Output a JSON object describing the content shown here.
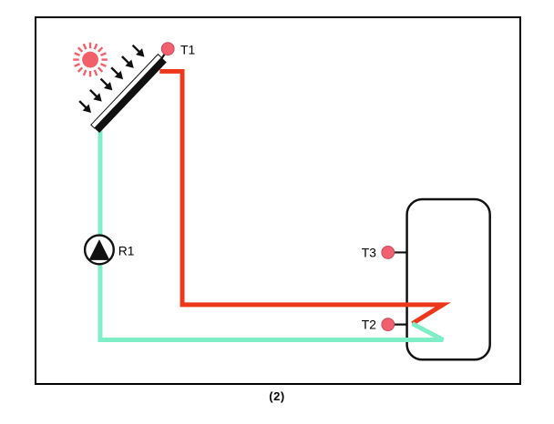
{
  "figure": {
    "caption": "(2)",
    "collector": {
      "sensor_label": "T1"
    },
    "pump": {
      "label": "R1"
    },
    "tank": {
      "top_sensor_label": "T3",
      "coil_sensor_label": "T2"
    }
  },
  "icons": {
    "sun": "sun-icon",
    "radiation_arrow": "arrow-down-right-icon",
    "pump_impeller": "triangle-up-icon",
    "sensor": "sensor-dot-icon"
  },
  "colors": {
    "pipe_hot": "#ed371b",
    "pipe_cold": "#7deec6",
    "sensor_fill": "#f0606e",
    "sensor_stroke": "#c84b5b",
    "sun": "#f25f68",
    "ink": "#111111"
  }
}
